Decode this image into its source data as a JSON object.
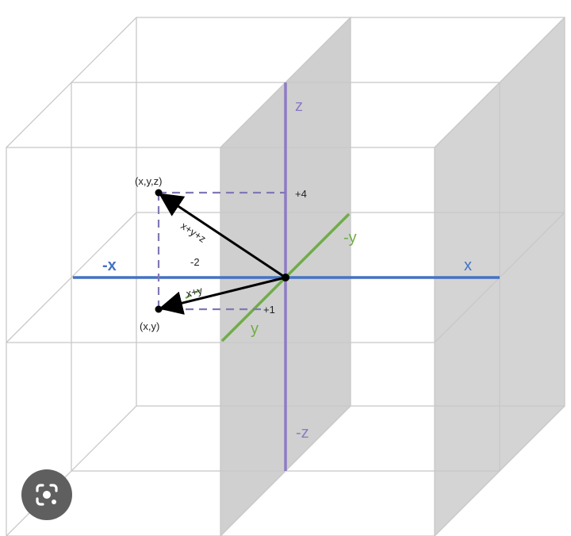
{
  "diagram": {
    "axes": {
      "x_pos": "x",
      "x_neg": "-x",
      "y_pos": "y",
      "y_neg": "-y",
      "z_pos": "z",
      "z_neg": "-z"
    },
    "points": {
      "xyz": "(x,y,z)",
      "xy": "(x,y)"
    },
    "vectors": {
      "xyz": "x+y+z",
      "xy": "x+y"
    },
    "ticks": {
      "z_plus4": "+4",
      "x_minus2": "-2",
      "y_plus1": "+1"
    },
    "colors": {
      "x_axis": "#4472c4",
      "y_axis": "#70ad47",
      "z_axis": "#8e7cc3",
      "guide_dash": "#7f79b3",
      "vector": "#000000",
      "panel": "#d4d4d4"
    }
  },
  "overlay": {
    "icon": "lens-search-icon"
  }
}
